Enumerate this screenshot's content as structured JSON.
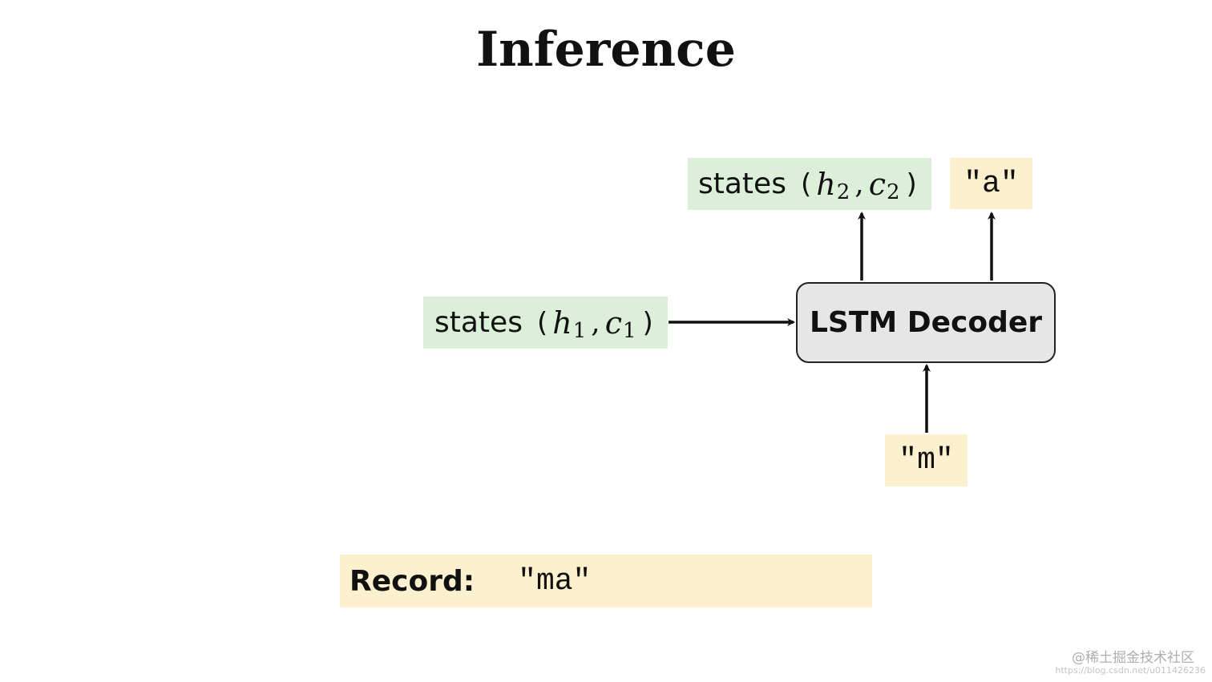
{
  "title": "Inference",
  "states_in": {
    "label": "states",
    "open": "(",
    "h": "h",
    "h_sub": "1",
    "comma": ",",
    "c": "c",
    "c_sub": "1",
    "close": ")"
  },
  "states_out": {
    "label": "states",
    "open": "(",
    "h": "h",
    "h_sub": "2",
    "comma": ",",
    "c": "c",
    "c_sub": "2",
    "close": ")"
  },
  "decoder": {
    "label": "LSTM Decoder"
  },
  "input_char": "\"m\"",
  "output_char": "\"a\"",
  "record": {
    "label": "Record:",
    "value": "\"ma\""
  },
  "watermark": {
    "text": "@稀土掘金技术社区",
    "url": "https://blog.csdn.net/u011426236"
  },
  "colors": {
    "states_box": "#dcefd9",
    "char_box": "#fdf0cf",
    "decoder_fill": "#e6e6e6",
    "arrow": "#111111"
  }
}
